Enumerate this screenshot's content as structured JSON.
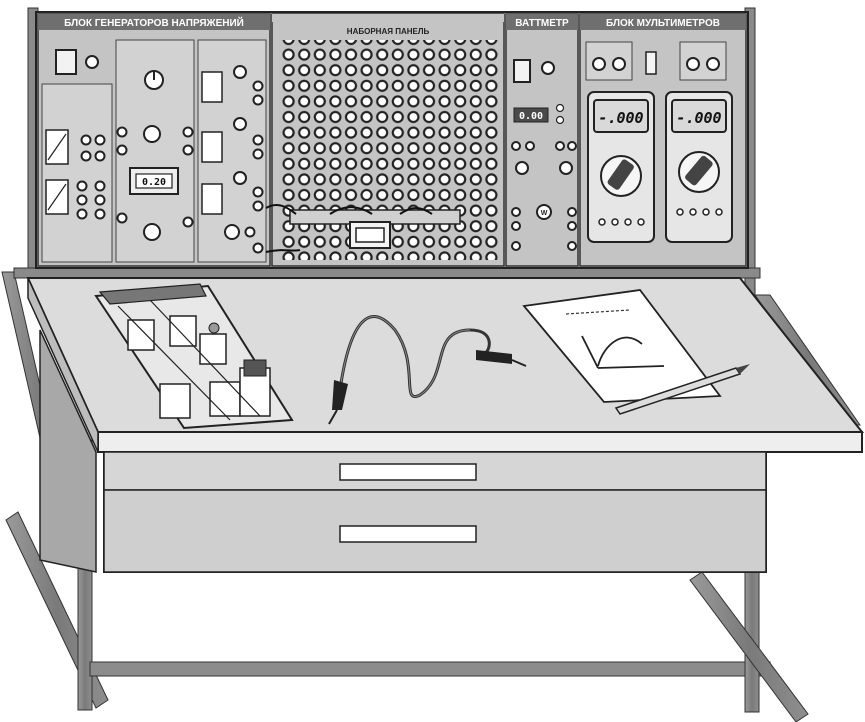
{
  "panel": {
    "generators_title": "БЛОК ГЕНЕРАТОРОВ НАПРЯЖЕНИЙ",
    "breadboard_title": "НАБОРНАЯ ПАНЕЛЬ",
    "wattmeter_title": "ВАТТМЕТР",
    "multimeters_title": "БЛОК МУЛЬТИМЕТРОВ",
    "frequency_display": "0.20",
    "wattmeter_display": "0.00",
    "multimeter_left_display": "-.000",
    "multimeter_right_display": "-.000"
  },
  "colors": {
    "panel_face": "#c9c9c9",
    "panel_header": "#6f6f6f",
    "frame": "#8a8a8a",
    "table_top": "#dcdcdc",
    "drawer": "#cfcfcf",
    "lcd_dark": "#4a4a4a",
    "lcd_light": "#d9d9d9"
  },
  "icons": [
    "terminal-socket-icon",
    "knob-icon",
    "toggle-switch-icon",
    "probe-cable-icon",
    "pencil-icon"
  ]
}
